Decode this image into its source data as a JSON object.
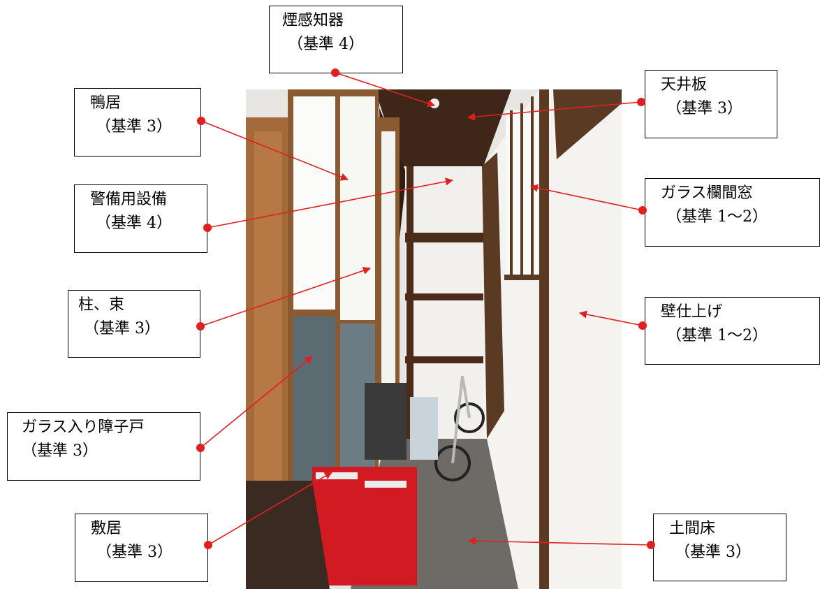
{
  "callouts": [
    {
      "id": "smoke-detector",
      "title": "煙感知器",
      "sub": "（基準 4）"
    },
    {
      "id": "ceiling-board",
      "title": "天井板",
      "sub": "（基準 3）"
    },
    {
      "id": "kamoi",
      "title": "鴨居",
      "sub": "（基準 3）"
    },
    {
      "id": "glass-transom",
      "title": "ガラス欄間窓",
      "sub": "（基準 1～2）"
    },
    {
      "id": "security-equipment",
      "title": "警備用設備",
      "sub": "（基準 4）"
    },
    {
      "id": "pillar",
      "title": "柱、束",
      "sub": "（基準 3）"
    },
    {
      "id": "wall-finish",
      "title": "壁仕上げ",
      "sub": "（基準 1～2）"
    },
    {
      "id": "shoji-door",
      "title": "ガラス入り障子戸",
      "sub": "（基準 3）"
    },
    {
      "id": "shikii",
      "title": "敷居",
      "sub": "（基準 3）"
    },
    {
      "id": "doma-floor",
      "title": "土間床",
      "sub": "（基準 3）"
    }
  ],
  "colors": {
    "leader": "#e02020",
    "border": "#000000"
  }
}
